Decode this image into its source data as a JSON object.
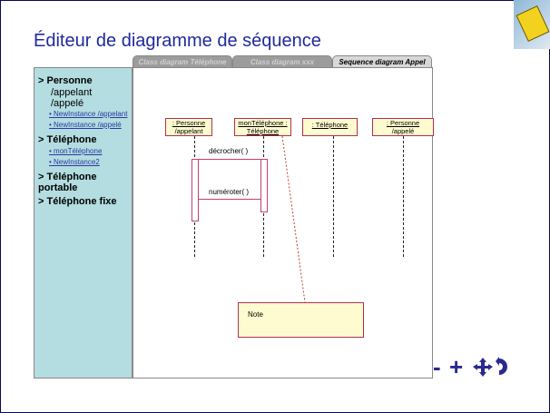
{
  "title": "Éditeur de diagramme de séquence",
  "tabs": [
    {
      "label": "Class diagram Téléphone"
    },
    {
      "label": "Class diagram xxx"
    },
    {
      "label": "Sequence diagram Appel"
    }
  ],
  "sidebar": {
    "personne": {
      "label": "> Personne",
      "roles": [
        "/appelant",
        "/appelé"
      ],
      "links": [
        "• NewInstance /appelant",
        "• NewInstance /appelé"
      ]
    },
    "telephone": {
      "label": "> Téléphone",
      "links": [
        "• monTéléphone",
        "• NewInstance2"
      ]
    },
    "portable": "> Téléphone portable",
    "fixe": "> Téléphone fixe"
  },
  "diagram": {
    "objects": [
      {
        "name": ": Personne",
        "role": "/appelant"
      },
      {
        "name": "monTéléphone :",
        "role": "Téléphone"
      },
      {
        "name": ": Téléphone",
        "role": ""
      },
      {
        "name": ": Personne",
        "role": "/appelé"
      }
    ],
    "messages": [
      "décrocher( )",
      "numéroter( )"
    ],
    "note": "Note"
  },
  "controls": {
    "zoom_out": "-",
    "zoom_in": "+"
  }
}
